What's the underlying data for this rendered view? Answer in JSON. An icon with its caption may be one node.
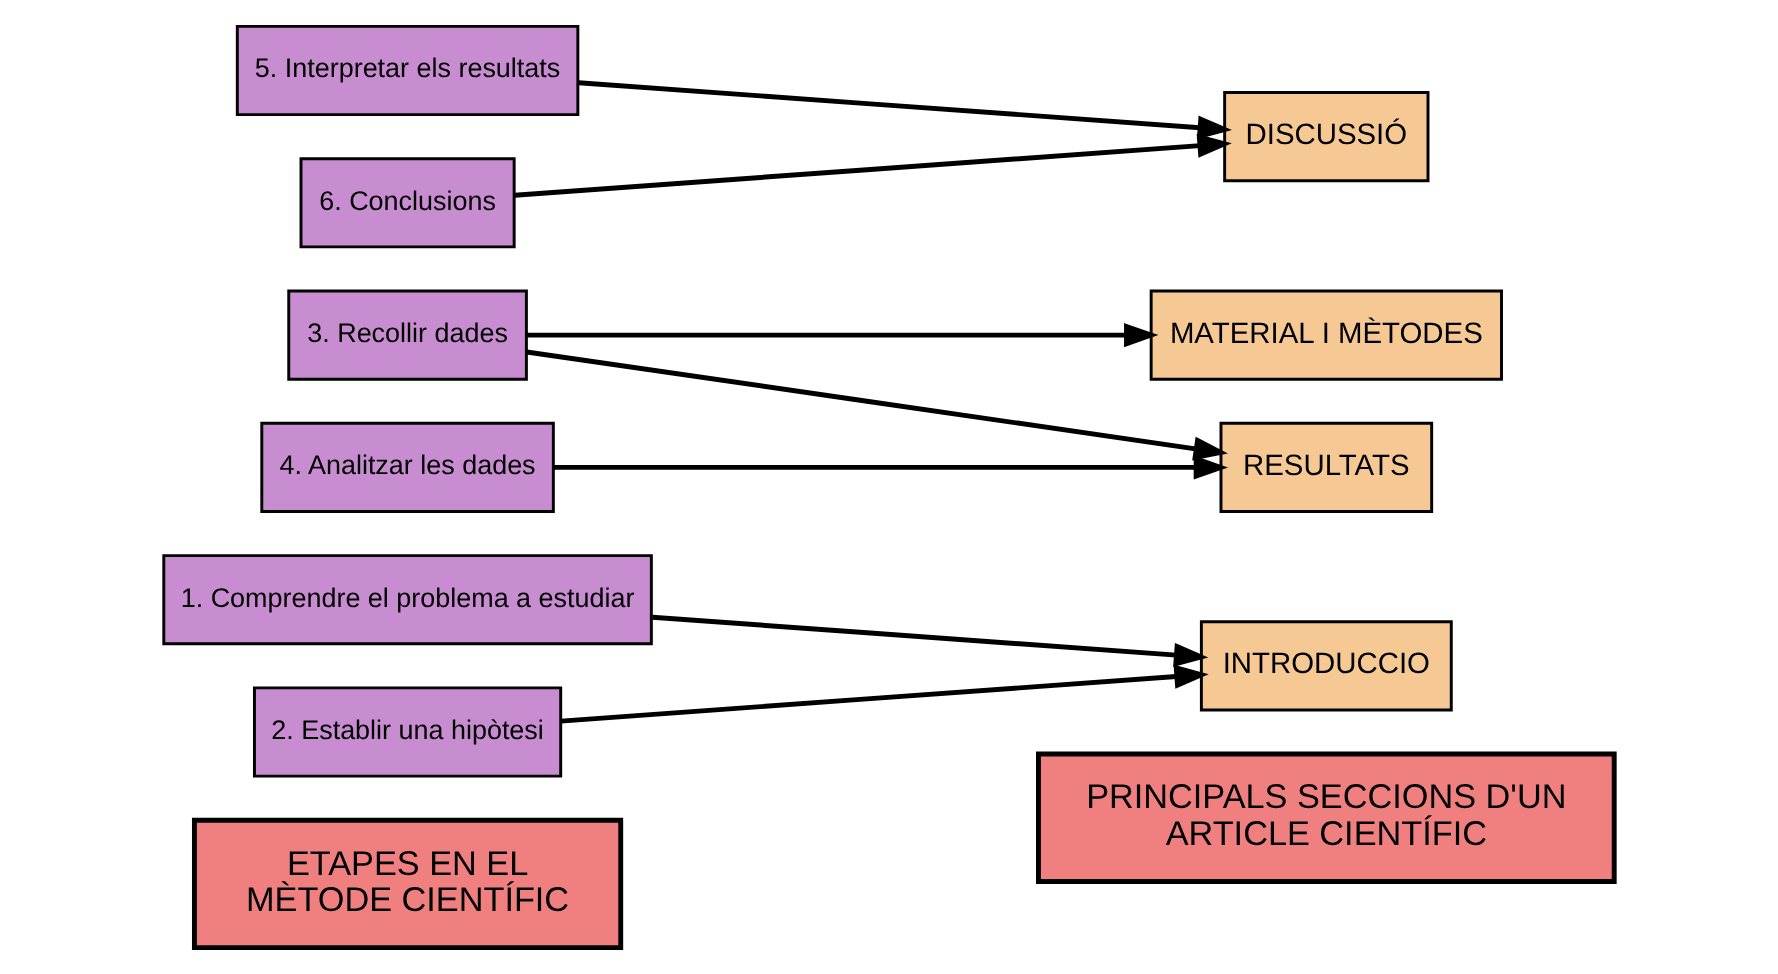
{
  "diagram": {
    "nodes": [
      {
        "text": [
          "ETAPES EN EL MÈTODE CIENTÍFIC"
        ]
      },
      {
        "text": [
          "PRINCIPALS SECCIONS D'UN ARTICLE CIENTÍFIC"
        ]
      },
      {
        "text": [
          "1. Comprendre el problema a estudiar"
        ]
      },
      {
        "text": [
          "2. Establir una hipòtesi"
        ]
      },
      {
        "text": [
          "3. Recollir dades"
        ]
      },
      {
        "text": [
          "4. Analitzar les dades"
        ]
      },
      {
        "text": [
          "5. Interpretar els resultats"
        ]
      },
      {
        "text": [
          "6. Conclusions"
        ]
      },
      {
        "text": [
          "INTRODUCCIO"
        ]
      },
      {
        "text": [
          "MATERIAL I MÈTODES"
        ]
      },
      {
        "text": [
          "RESULTATS"
        ]
      },
      {
        "text": [
          "DISCUSSIÓ"
        ]
      }
    ],
    "edges": [
      {
        "from": 2,
        "to": 8,
        "arrow": "to"
      },
      {
        "from": 3,
        "to": 8,
        "arrow": "to"
      },
      {
        "from": 4,
        "to": 9,
        "arrow": "to"
      },
      {
        "from": 4,
        "to": 10,
        "arrow": "to"
      },
      {
        "from": 5,
        "to": 10,
        "arrow": "to"
      },
      {
        "from": 6,
        "to": 11,
        "arrow": "to"
      },
      {
        "from": 7,
        "to": 11,
        "arrow": "to"
      }
    ]
  }
}
